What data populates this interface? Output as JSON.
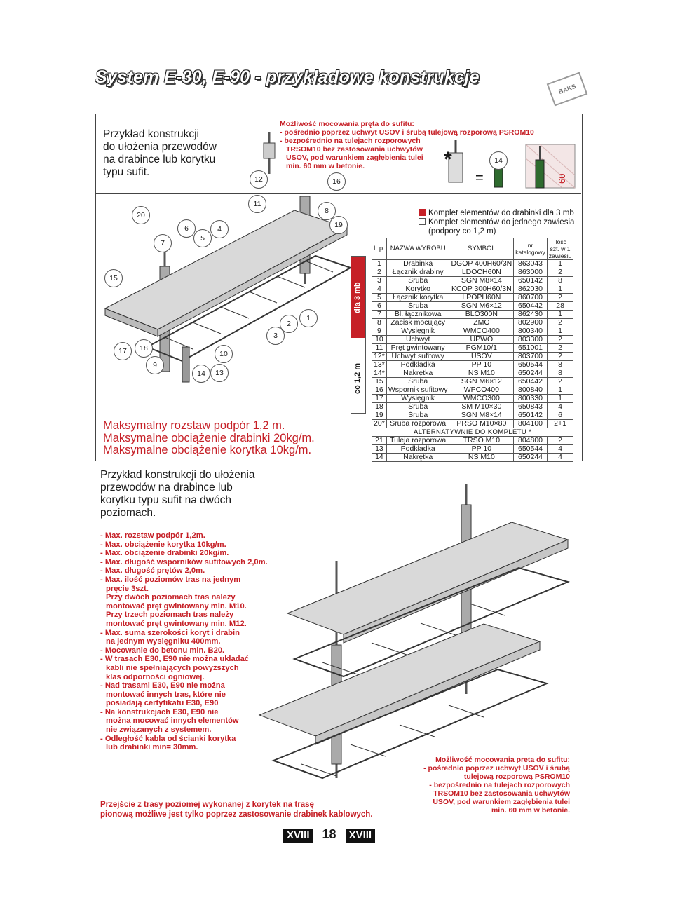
{
  "page": {
    "title": "System E-30, E-90 - przykładowe konstrukcje",
    "brand": "BAKS",
    "page_number": "18",
    "roman": "XVIII"
  },
  "example1": {
    "intro_lines": [
      "Przykład konstrukcji",
      "do ułożenia przewodów",
      "na drabince lub korytku",
      "typu sufit."
    ],
    "mount_lines": [
      "Możliwość mocowania pręta do sufitu:",
      "- pośrednio poprzez uchwyt USOV i śrubą tulejową rozporową PSROM10",
      "- bezpośrednio na tulejach rozporowych",
      "  TRSOM10 bez zastosowania uchwytów",
      "  USOV, pod warunkiem zagłębienia tulei",
      "  min. 60 mm w betonie."
    ],
    "callouts_top": [
      "12",
      "16",
      "14"
    ],
    "dim_60": "60",
    "star": "*",
    "equals": "=",
    "callouts": [
      "20",
      "11",
      "8",
      "19",
      "7",
      "6",
      "5",
      "4",
      "15",
      "1",
      "2",
      "3",
      "17",
      "18",
      "9",
      "10",
      "14",
      "13"
    ],
    "max_lines": [
      "Maksymalny rozstaw podpór 1,2 m.",
      "Maksymalne obciążenie drabinki 20kg/m.",
      "Maksymalne obciążenie korytka 10kg/m."
    ]
  },
  "legend": {
    "line1": "Komplet elementów do drabinki dla 3 mb",
    "line2": "Komplet elementów do jednego zawiesia",
    "line3": "(podpory co 1,2 m)",
    "dla3mb": "dla 3 mb",
    "co12": "co 1,2 m"
  },
  "table": {
    "headers": [
      "L.p.",
      "NAZWA WYROBU",
      "SYMBOL",
      "nr katalogowy",
      "Ilość szt. w 1 zawiesiu"
    ],
    "rows": [
      [
        "1",
        "Drabinka",
        "DGOP 400H60/3N",
        "863043",
        "1"
      ],
      [
        "2",
        "Łącznik drabiny",
        "LDOCH60N",
        "863000",
        "2"
      ],
      [
        "3",
        "Śruba",
        "SGN M8×14",
        "650142",
        "8"
      ],
      [
        "4",
        "Korytko",
        "KCOP 300H60/3N",
        "862030",
        "1"
      ],
      [
        "5",
        "Łącznik korytka",
        "LPOPH60N",
        "860700",
        "2"
      ],
      [
        "6",
        "Śruba",
        "SGN M6×12",
        "650442",
        "28"
      ],
      [
        "7",
        "Bl. łącznikowa",
        "BLO300N",
        "862430",
        "1"
      ],
      [
        "8",
        "Zacisk mocujący",
        "ZMO",
        "802900",
        "2"
      ],
      [
        "9",
        "Wysięgnik",
        "WMCO400",
        "800340",
        "1"
      ],
      [
        "10",
        "Uchwyt",
        "UPWO",
        "803300",
        "2"
      ],
      [
        "11",
        "Pręt gwintowany",
        "PGM10/1",
        "651001",
        "2"
      ],
      [
        "12*",
        "Uchwyt sufitowy",
        "USOV",
        "803700",
        "2"
      ],
      [
        "13*",
        "Podkładka",
        "PP 10",
        "650544",
        "8"
      ],
      [
        "14*",
        "Nakrętka",
        "NS M10",
        "650244",
        "8"
      ],
      [
        "15",
        "Śruba",
        "SGN M6×12",
        "650442",
        "2"
      ],
      [
        "16",
        "Wspornik sufitowy",
        "WPCO400",
        "800840",
        "1"
      ],
      [
        "17",
        "Wysięgnik",
        "WMCO300",
        "800330",
        "1"
      ],
      [
        "18",
        "Śruba",
        "SM M10×30",
        "650843",
        "4"
      ],
      [
        "19",
        "Śruba",
        "SGN M8×14",
        "650142",
        "6"
      ],
      [
        "20*",
        "Śruba rozporowa",
        "PRSO M10×80",
        "804100",
        "2+1"
      ]
    ],
    "alt_header": "ALTERNATYWNIE DO KOMPLETU *",
    "alt_rows": [
      [
        "21",
        "Tuleja rozporowa",
        "TRSO M10",
        "804800",
        "2"
      ],
      [
        "13",
        "Podkładka",
        "PP 10",
        "650544",
        "4"
      ],
      [
        "14",
        "Nakrętka",
        "NS M10",
        "650244",
        "4"
      ]
    ]
  },
  "example2": {
    "intro_lines": [
      "Przykład konstrukcji do ułożenia",
      "przewodów na drabince lub",
      "korytku typu sufit na dwóch",
      "poziomach."
    ],
    "notes": [
      "- Max. rozstaw podpór 1,2m.",
      "- Max. obciążenie korytka 10kg/m.",
      "- Max. obciążenie drabinki 20kg/m.",
      "- Max. długość wsporników sufitowych 2,0m.",
      "- Max. długość prętów 2,0m.",
      "- Max. ilość poziomów tras na jednym",
      "  pręcie 3szt.",
      "  Przy dwóch poziomach tras należy",
      "  montować pręt gwintowany min. M10.",
      "  Przy trzech poziomach tras należy",
      "  montować pręt gwintowany min. M12.",
      "- Max. suma szerokości koryt i drabin",
      "  na jednym wysięgniku 400mm.",
      "- Mocowanie do betonu min. B20.",
      "- W trasach E30, E90 nie można układać",
      "  kabli nie spełniających powyższych",
      "  klas odporności ogniowej.",
      "- Nad trasami E30, E90 nie można",
      "  montować innych tras, które nie",
      "  posiadają certyfikatu E30, E90",
      "- Na konstrukcjach E30, E90 nie",
      "  można mocować innych elementów",
      "  nie związanych z systemem.",
      "- Odległość kabla od ścianki korytka",
      "  lub drabinki min= 30mm."
    ],
    "mount_lines": [
      "Możliwość mocowania pręta do sufitu:",
      "- pośrednio poprzez uchwyt USOV i śrubą",
      "tulejową rozporową PSROM10",
      "- bezpośrednio na tulejach rozporowych",
      "TRSOM10 bez zastosowania uchwytów",
      "USOV, pod warunkiem zagłębienia tulei",
      "min. 60 mm w betonie."
    ],
    "transition_lines": [
      "Przejście z trasy poziomej wykonanej z korytek na trasę",
      "pionową możliwe jest tylko poprzez zastosowanie drabinek kablowych."
    ]
  }
}
